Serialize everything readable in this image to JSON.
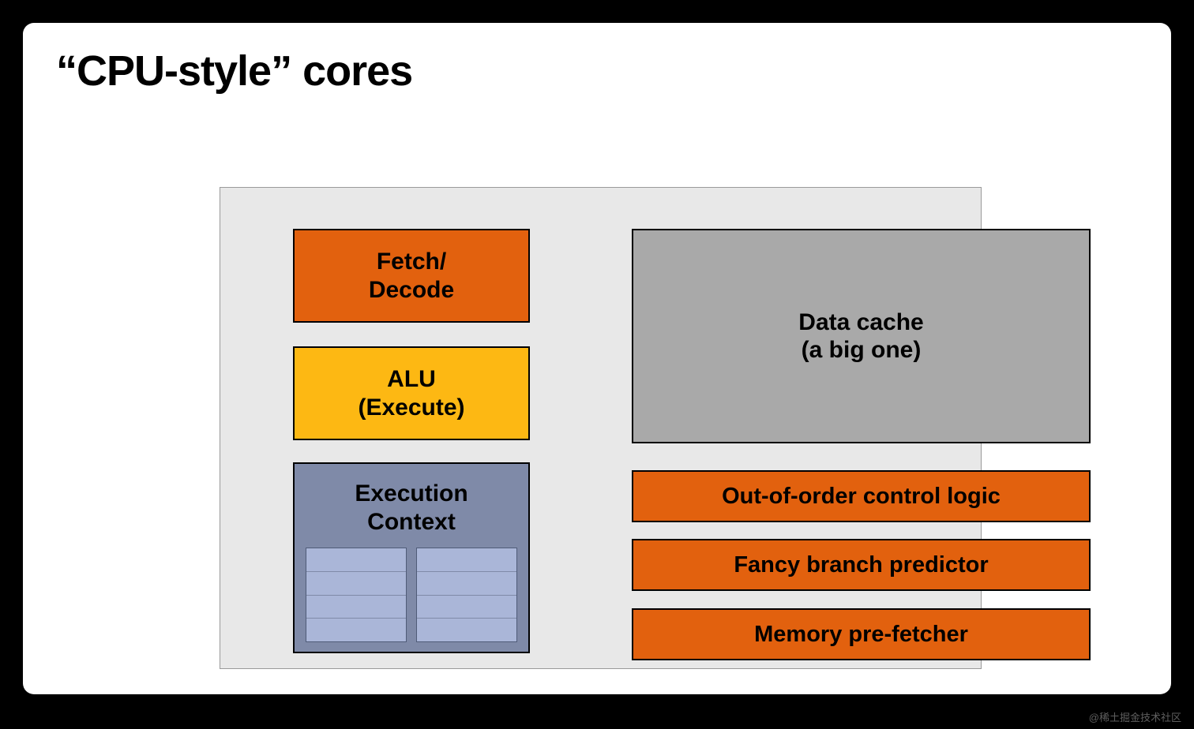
{
  "slide": {
    "title": "“CPU-style” cores",
    "background_color": "#ffffff",
    "page_background_color": "#000000"
  },
  "diagram": {
    "panel_color": "#e8e8e8",
    "colors": {
      "orange": "#e2610e",
      "yellow": "#fdb813",
      "slate": "#7f8aa8",
      "gray": "#a9a9a9"
    },
    "left_column": [
      {
        "id": "fetch-decode",
        "line1": "Fetch/",
        "line2": "Decode",
        "color": "#e2610e"
      },
      {
        "id": "alu",
        "line1": "ALU",
        "line2": "(Execute)",
        "color": "#fdb813"
      },
      {
        "id": "execution-context",
        "line1": "Execution",
        "line2": "Context",
        "color": "#7f8aa8",
        "register_files": 2,
        "register_rows": 4
      }
    ],
    "right_column": [
      {
        "id": "data-cache",
        "line1": "Data cache",
        "line2": "(a big one)",
        "color": "#a9a9a9"
      },
      {
        "id": "out-of-order-control-logic",
        "label": "Out-of-order control logic",
        "color": "#e2610e"
      },
      {
        "id": "fancy-branch-predictor",
        "label": "Fancy branch predictor",
        "color": "#e2610e"
      },
      {
        "id": "memory-pre-fetcher",
        "label": "Memory pre-fetcher",
        "color": "#e2610e"
      }
    ]
  },
  "watermark": "@稀土掘金技术社区"
}
